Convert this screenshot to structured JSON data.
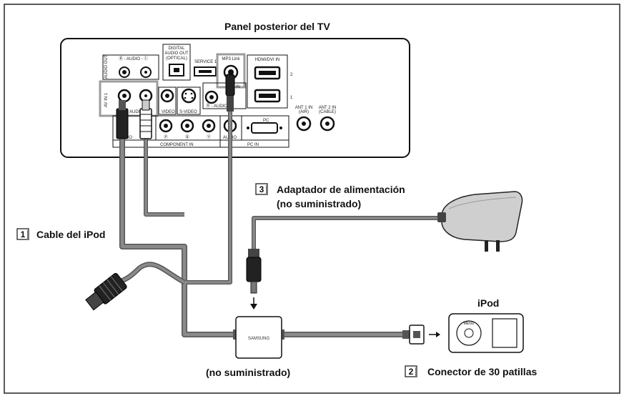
{
  "title": "Panel posterior del TV",
  "labels": {
    "cable": {
      "num": "1",
      "text": "Cable del iPod"
    },
    "connector": {
      "num": "2",
      "text": "Conector de 30 patillas"
    },
    "adapter": {
      "num": "3",
      "text_line1": "Adaptador de alimentación",
      "text_line2": "(no suministrado)"
    },
    "dock_note": "(no suministrado)",
    "ipod": "iPod",
    "dock_brand": "SAMSUNG"
  },
  "panel": {
    "audio_out": "AUDIO OUT",
    "audio_rl_top": "Ⓡ - AUDIO - Ⓛ",
    "digital_audio_out": [
      "DIGITAL",
      "AUDIO OUT",
      "(OPTICAL)"
    ],
    "service": "SERVICE 1",
    "mp3_link": "MP3 Link",
    "hdmi_dvi_in": "HDMI/DVI IN",
    "hdmi_num_2": "2",
    "hdmi_num_1": "1",
    "av_in_1": "AV IN 1",
    "audio_mid": "AUDIO",
    "video": "VIDEO",
    "s_video": "S-VIDEO",
    "dvi_in": "DVI IN",
    "dvi_audio": "Ⓡ - AUDIO",
    "ant1": [
      "ANT 1 IN",
      "(AIR)"
    ],
    "ant2": [
      "ANT 2 IN",
      "(CABLE)"
    ],
    "audio_bottom": "AUDIO",
    "component_in": "COMPONENT IN",
    "comp_pr": "Ⓟ",
    "comp_pb": "Ⓑ",
    "comp_y": "Ⓨ",
    "pc": "PC",
    "pc_audio": "AUDIO",
    "pc_in": "PC IN"
  },
  "colors": {
    "cable": "#8a8a8a",
    "cable_outline": "#555555",
    "panel_stroke": "#111111",
    "highlight": "#9c9c9c"
  }
}
